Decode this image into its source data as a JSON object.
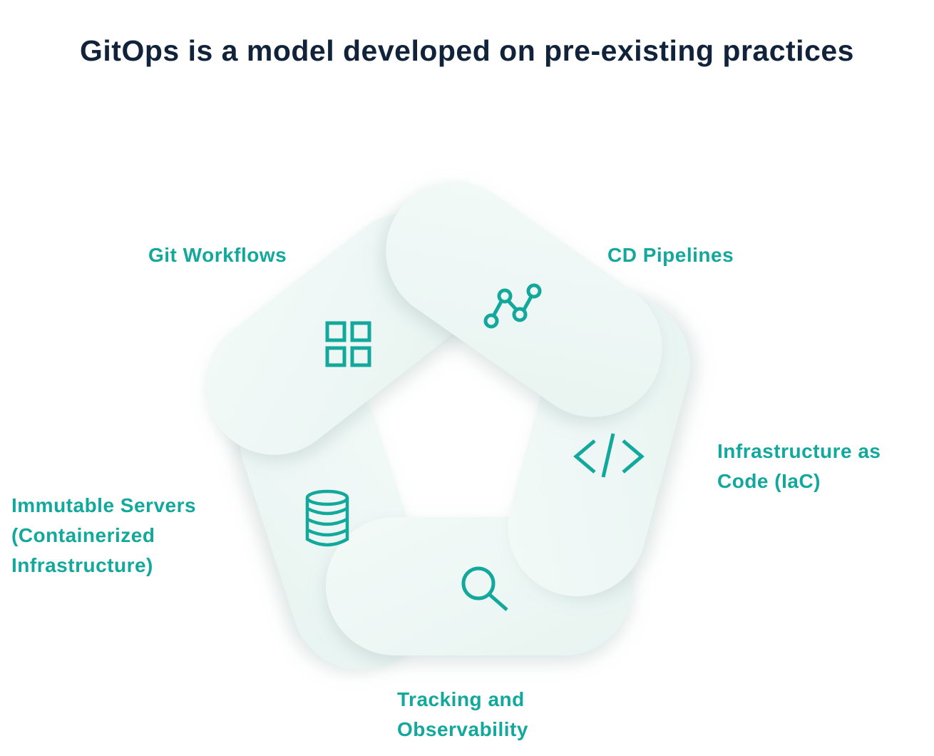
{
  "title": "GitOps is a model developed on pre-existing practices",
  "accent_color": "#13a89c",
  "capsule_color": "#eef7f5",
  "items": [
    {
      "label": "Git Workflows",
      "icon": "grid-icon"
    },
    {
      "label": "CD Pipelines",
      "icon": "pipeline-icon"
    },
    {
      "label_line1": "Infrastructure as",
      "label_line2": "Code (IaC)",
      "icon": "code-icon"
    },
    {
      "label_line1": "Tracking and",
      "label_line2": "Observability",
      "icon": "search-icon"
    },
    {
      "label_line1": "Immutable Servers",
      "label_line2": "(Containerized",
      "label_line3": "Infrastructure)",
      "icon": "database-icon"
    }
  ]
}
